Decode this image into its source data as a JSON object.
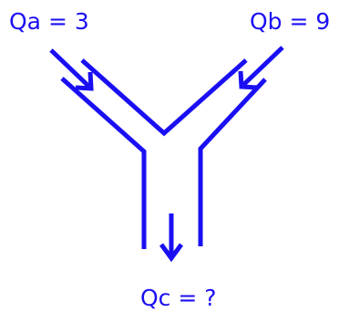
{
  "labels": {
    "inflow_a": "Qa = 3",
    "inflow_b": "Qb = 9",
    "outflow_c": "Qc = ?"
  },
  "colors": {
    "line": "#1a0ff2",
    "background": "#ffffff"
  }
}
